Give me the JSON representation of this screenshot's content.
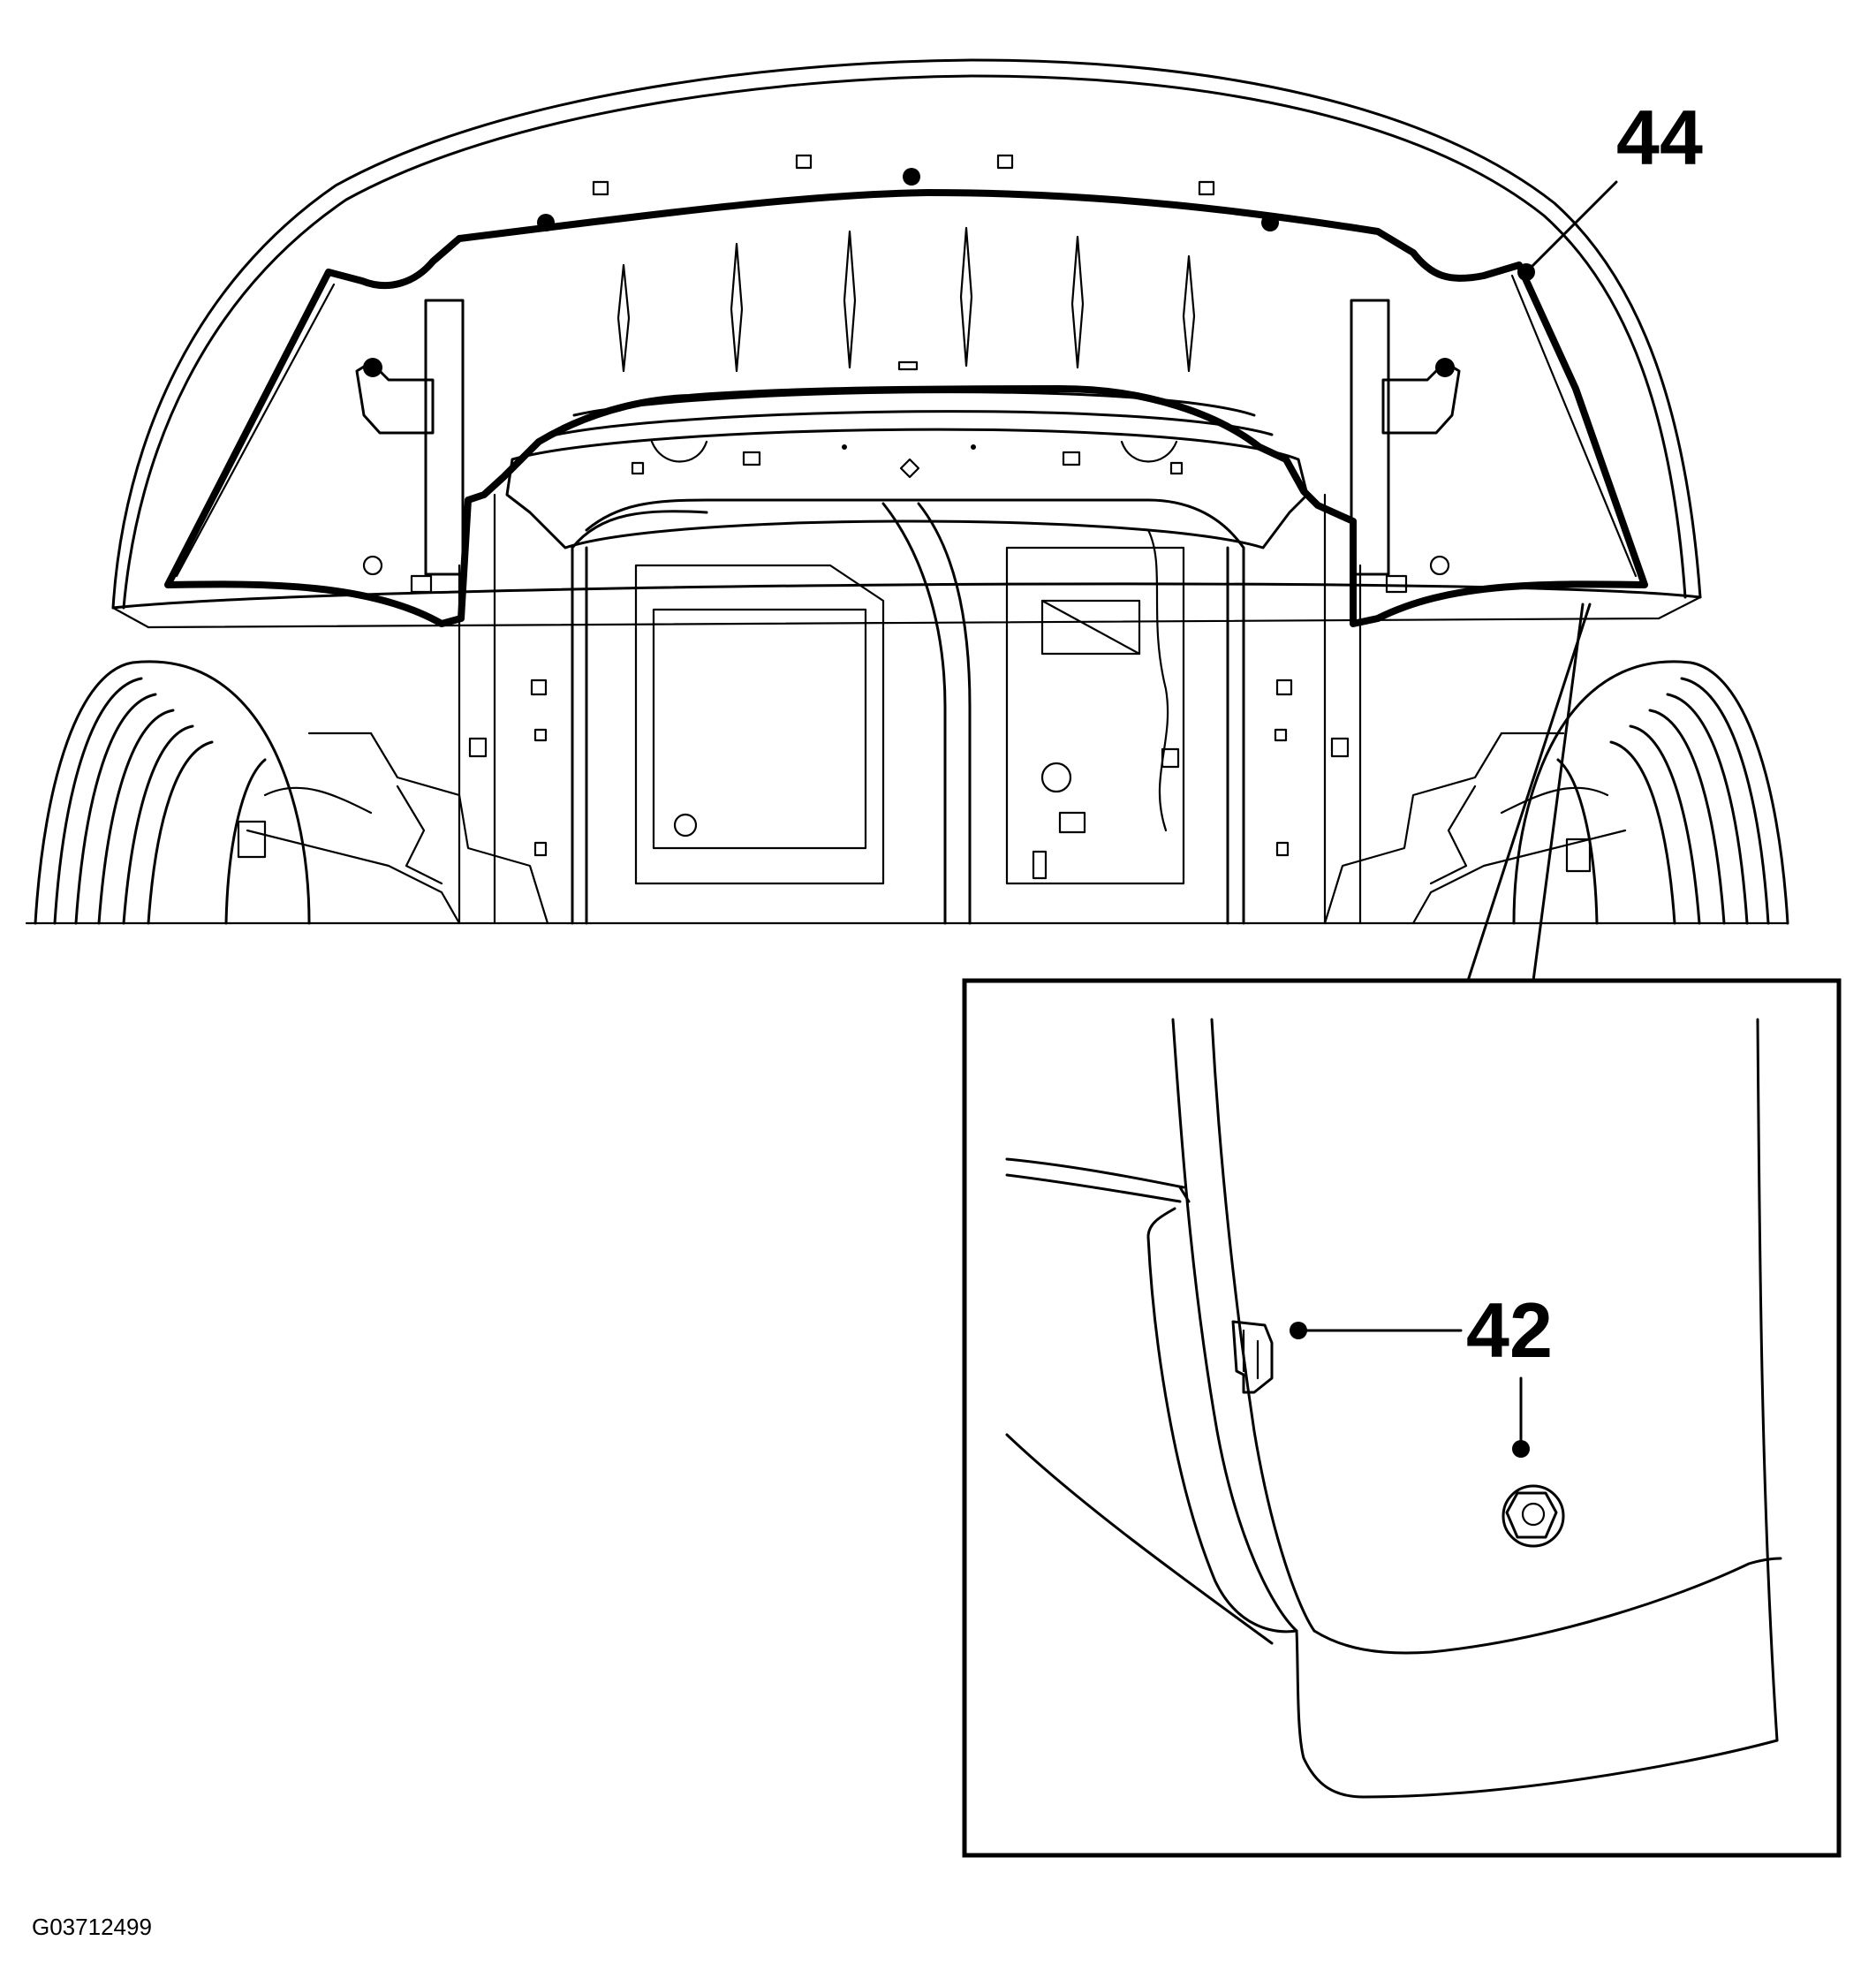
{
  "figure_id": "G03712499",
  "callouts": {
    "main": "44",
    "detail": "42"
  },
  "colors": {
    "line": "#000000",
    "background": "#ffffff"
  }
}
